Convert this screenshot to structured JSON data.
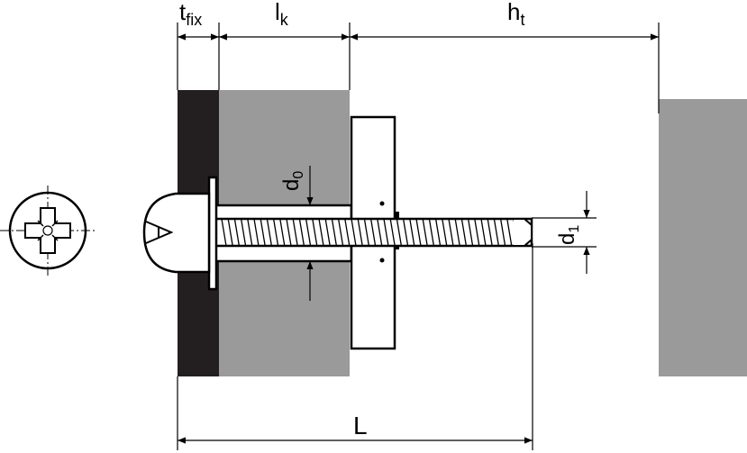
{
  "labels": {
    "t_fix_main": "t",
    "t_fix_sub": "fix",
    "l_k_main": "l",
    "l_k_sub": "k",
    "h_t_main": "h",
    "h_t_sub": "t",
    "d0_main": "d",
    "d0_sub": "0",
    "d1_main": "d",
    "d1_sub": "1",
    "L": "L"
  },
  "colors": {
    "fixture": "#231f20",
    "base_material": "#9a9a9a",
    "line": "#000000",
    "background": "#ffffff"
  },
  "icons": {
    "head_view": "phillips-pozidriv-head-icon"
  }
}
